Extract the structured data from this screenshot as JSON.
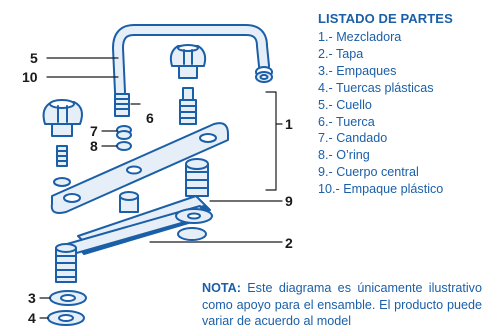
{
  "parts": {
    "title": "LISTADO DE PARTES",
    "items": [
      "1.- Mezcladora",
      "2.- Tapa",
      "3.- Empaques",
      "4.- Tuercas plásticas",
      "5.- Cuello",
      "6.- Tuerca",
      "7.- Candado",
      "8.- O’ring",
      "9.- Cuerpo central",
      "10.- Empaque plástico"
    ]
  },
  "note": {
    "label": "NOTA:",
    "text": " Este diagrama es únicamente ilustrativo como apoyo para el ensamble. El producto puede variar de acuerdo al model"
  },
  "callouts": {
    "c1": "1",
    "c2": "2",
    "c3": "3",
    "c4": "4",
    "c5": "5",
    "c6": "6",
    "c7": "7",
    "c8": "8",
    "c9": "9",
    "c10": "10"
  },
  "colors": {
    "ink": "#1b5fa8",
    "fill": "#e6eef8",
    "fill_dark": "#a9c3e6",
    "label": "#1a1a1a"
  }
}
